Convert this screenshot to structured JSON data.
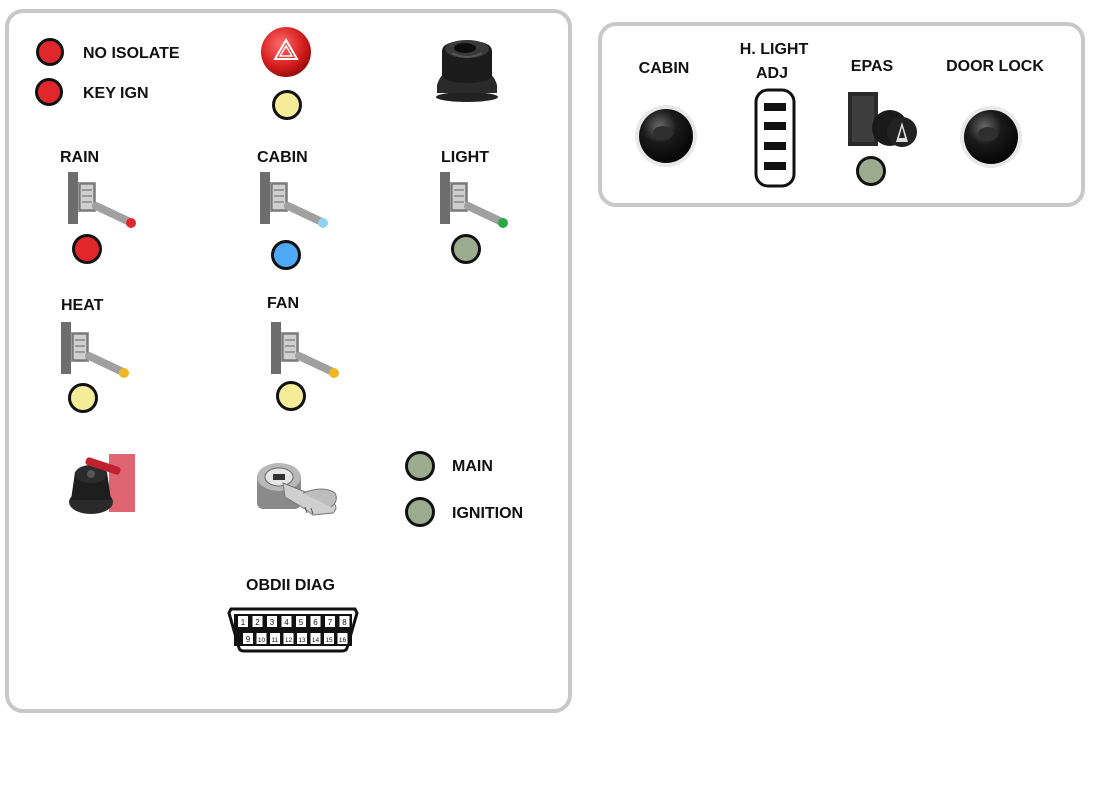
{
  "colors": {
    "red": "#e0282c",
    "yellow": "#f5ec9a",
    "blue": "#4da8f5",
    "green_grey": "#9aab8e",
    "panel_border": "#c8c8c8"
  },
  "left_panel": {
    "no_isolate": "NO ISOLATE",
    "key_ign": "KEY IGN",
    "rain": "RAIN",
    "cabin": "CABIN",
    "light": "LIGHT",
    "heat": "HEAT",
    "fan": "FAN",
    "main": "MAIN",
    "ignition": "IGNITION",
    "obdii": "OBDII DIAG",
    "obd_top_pins": [
      "1",
      "2",
      "3",
      "4",
      "5",
      "6",
      "7",
      "8"
    ],
    "obd_bottom_pins": [
      "9",
      "10",
      "11",
      "12",
      "13",
      "14",
      "15",
      "16"
    ]
  },
  "right_panel": {
    "cabin": "CABIN",
    "hlight": "H. LIGHT",
    "adj": "ADJ",
    "epas": "EPAS",
    "door_lock": "DOOR LOCK"
  }
}
